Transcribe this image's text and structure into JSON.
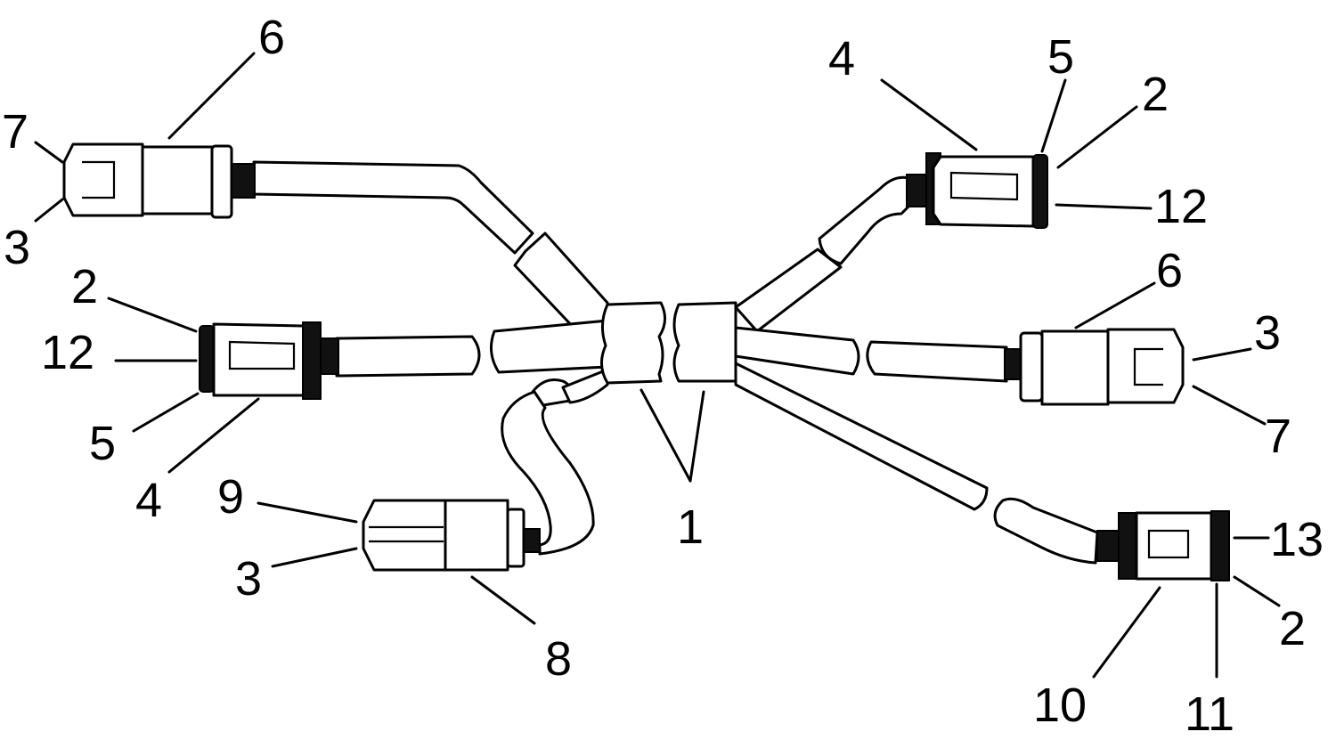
{
  "diagram": {
    "callouts": [
      {
        "id": "c6-tl",
        "text": "6"
      },
      {
        "id": "c7-tl",
        "text": "7"
      },
      {
        "id": "c3-tl",
        "text": "3"
      },
      {
        "id": "c2-l",
        "text": "2"
      },
      {
        "id": "c12-l",
        "text": "12"
      },
      {
        "id": "c5-l",
        "text": "5"
      },
      {
        "id": "c4-l",
        "text": "4"
      },
      {
        "id": "c9",
        "text": "9"
      },
      {
        "id": "c3-bl",
        "text": "3"
      },
      {
        "id": "c8",
        "text": "8"
      },
      {
        "id": "c1",
        "text": "1"
      },
      {
        "id": "c4-tr",
        "text": "4"
      },
      {
        "id": "c5-tr",
        "text": "5"
      },
      {
        "id": "c2-tr",
        "text": "2"
      },
      {
        "id": "c12-tr",
        "text": "12"
      },
      {
        "id": "c6-r",
        "text": "6"
      },
      {
        "id": "c3-r",
        "text": "3"
      },
      {
        "id": "c7-r",
        "text": "7"
      },
      {
        "id": "c13",
        "text": "13"
      },
      {
        "id": "c2-br",
        "text": "2"
      },
      {
        "id": "c10",
        "text": "10"
      },
      {
        "id": "c11",
        "text": "11"
      }
    ]
  }
}
